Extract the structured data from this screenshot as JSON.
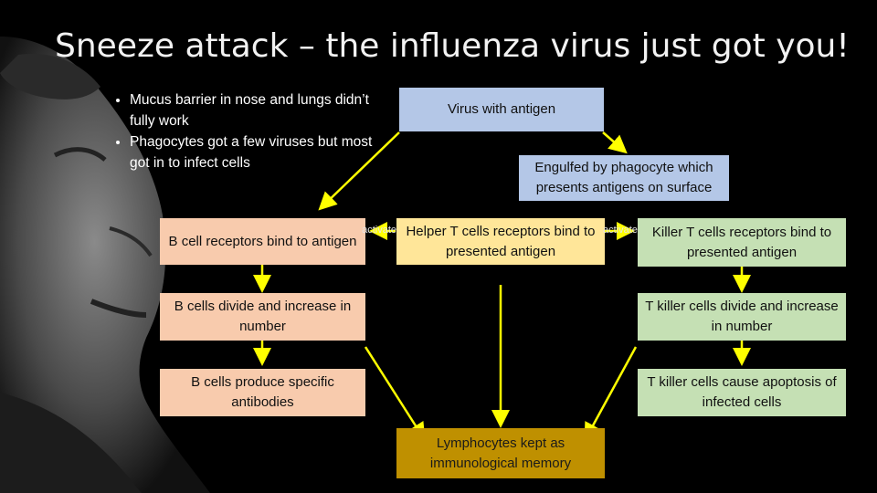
{
  "title": "Sneeze attack – the influenza virus just got you!",
  "bullets": [
    "Mucus barrier in nose and lungs didn’t fully work",
    "Phagocytes got a few viruses but most got in to infect cells"
  ],
  "boxes": {
    "virus": "Virus with antigen",
    "engulfed": "Engulfed by phagocyte which presents antigens on surface",
    "b_bind": "B cell receptors bind to antigen",
    "helper": "Helper T cells receptors bind to presented antigen",
    "killer_bind": "Killer T cells receptors bind to presented antigen",
    "b_divide": "B cells divide and increase in number",
    "t_divide": "T killer cells divide and increase in number",
    "b_antibodies": "B cells produce specific antibodies",
    "t_apoptosis": "T killer cells cause apoptosis of infected cells",
    "memory": "Lymphocytes kept as immunological memory"
  },
  "labels": {
    "activate_left": "activate",
    "activate_right": "activate"
  },
  "colors": {
    "arrow": "#ffff00",
    "blue": "#b4c7e7",
    "peach": "#f8cbad",
    "yellow": "#ffe699",
    "green": "#c5e0b4",
    "gold": "#bf9000"
  }
}
